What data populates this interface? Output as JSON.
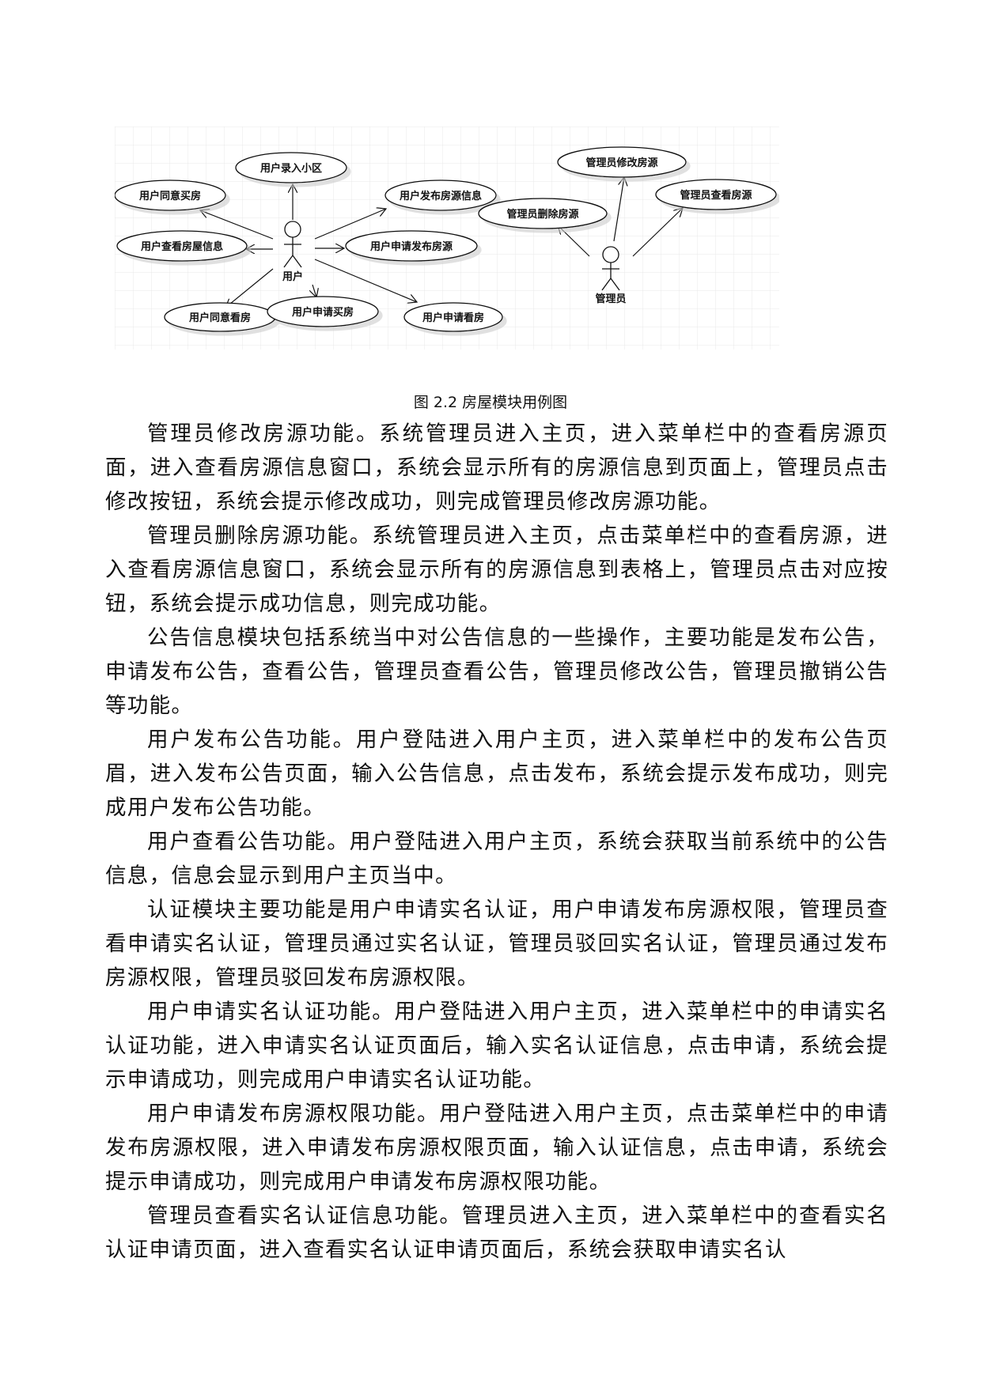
{
  "diagram": {
    "title": "房屋模块用例图",
    "actors": [
      {
        "id": "user",
        "label": "用户"
      },
      {
        "id": "admin",
        "label": "管理员"
      }
    ],
    "use_cases": {
      "user": [
        {
          "label": "用户录入小区"
        },
        {
          "label": "用户同意买房"
        },
        {
          "label": "用户发布房源信息"
        },
        {
          "label": "用户查看房屋信息"
        },
        {
          "label": "用户申请发布房源"
        },
        {
          "label": "用户同意看房"
        },
        {
          "label": "用户申请买房"
        },
        {
          "label": "用户申请看房"
        }
      ],
      "admin": [
        {
          "label": "管理员修改房源"
        },
        {
          "label": "管理员查看房源"
        },
        {
          "label": "管理员删除房源"
        }
      ]
    }
  },
  "caption": "图 2.2 房屋模块用例图",
  "paragraphs": [
    "管理员修改房源功能。系统管理员进入主页，进入菜单栏中的查看房源页面，进入查看房源信息窗口，系统会显示所有的房源信息到页面上，管理员点击修改按钮，系统会提示修改成功，则完成管理员修改房源功能。",
    "管理员删除房源功能。系统管理员进入主页，点击菜单栏中的查看房源，进入查看房源信息窗口，系统会显示所有的房源信息到表格上，管理员点击对应按钮，系统会提示成功信息，则完成功能。",
    "公告信息模块包括系统当中对公告信息的一些操作，主要功能是发布公告，申请发布公告，查看公告，管理员查看公告，管理员修改公告，管理员撤销公告等功能。",
    "用户发布公告功能。用户登陆进入用户主页，进入菜单栏中的发布公告页眉，进入发布公告页面，输入公告信息，点击发布，系统会提示发布成功，则完成用户发布公告功能。",
    "用户查看公告功能。用户登陆进入用户主页，系统会获取当前系统中的公告信息，信息会显示到用户主页当中。",
    "认证模块主要功能是用户申请实名认证，用户申请发布房源权限，管理员查看申请实名认证，管理员通过实名认证，管理员驳回实名认证，管理员通过发布房源权限，管理员驳回发布房源权限。",
    "用户申请实名认证功能。用户登陆进入用户主页，进入菜单栏中的申请实名认证功能，进入申请实名认证页面后，输入实名认证信息，点击申请，系统会提示申请成功，则完成用户申请实名认证功能。",
    "用户申请发布房源权限功能。用户登陆进入用户主页，点击菜单栏中的申请发布房源权限，进入申请发布房源权限页面，输入认证信息，点击申请，系统会提示申请成功，则完成用户申请发布房源权限功能。",
    "管理员查看实名认证信息功能。管理员进入主页，进入菜单栏中的查看实名认证申请页面，进入查看实名认证申请页面后，系统会获取申请实名认"
  ]
}
